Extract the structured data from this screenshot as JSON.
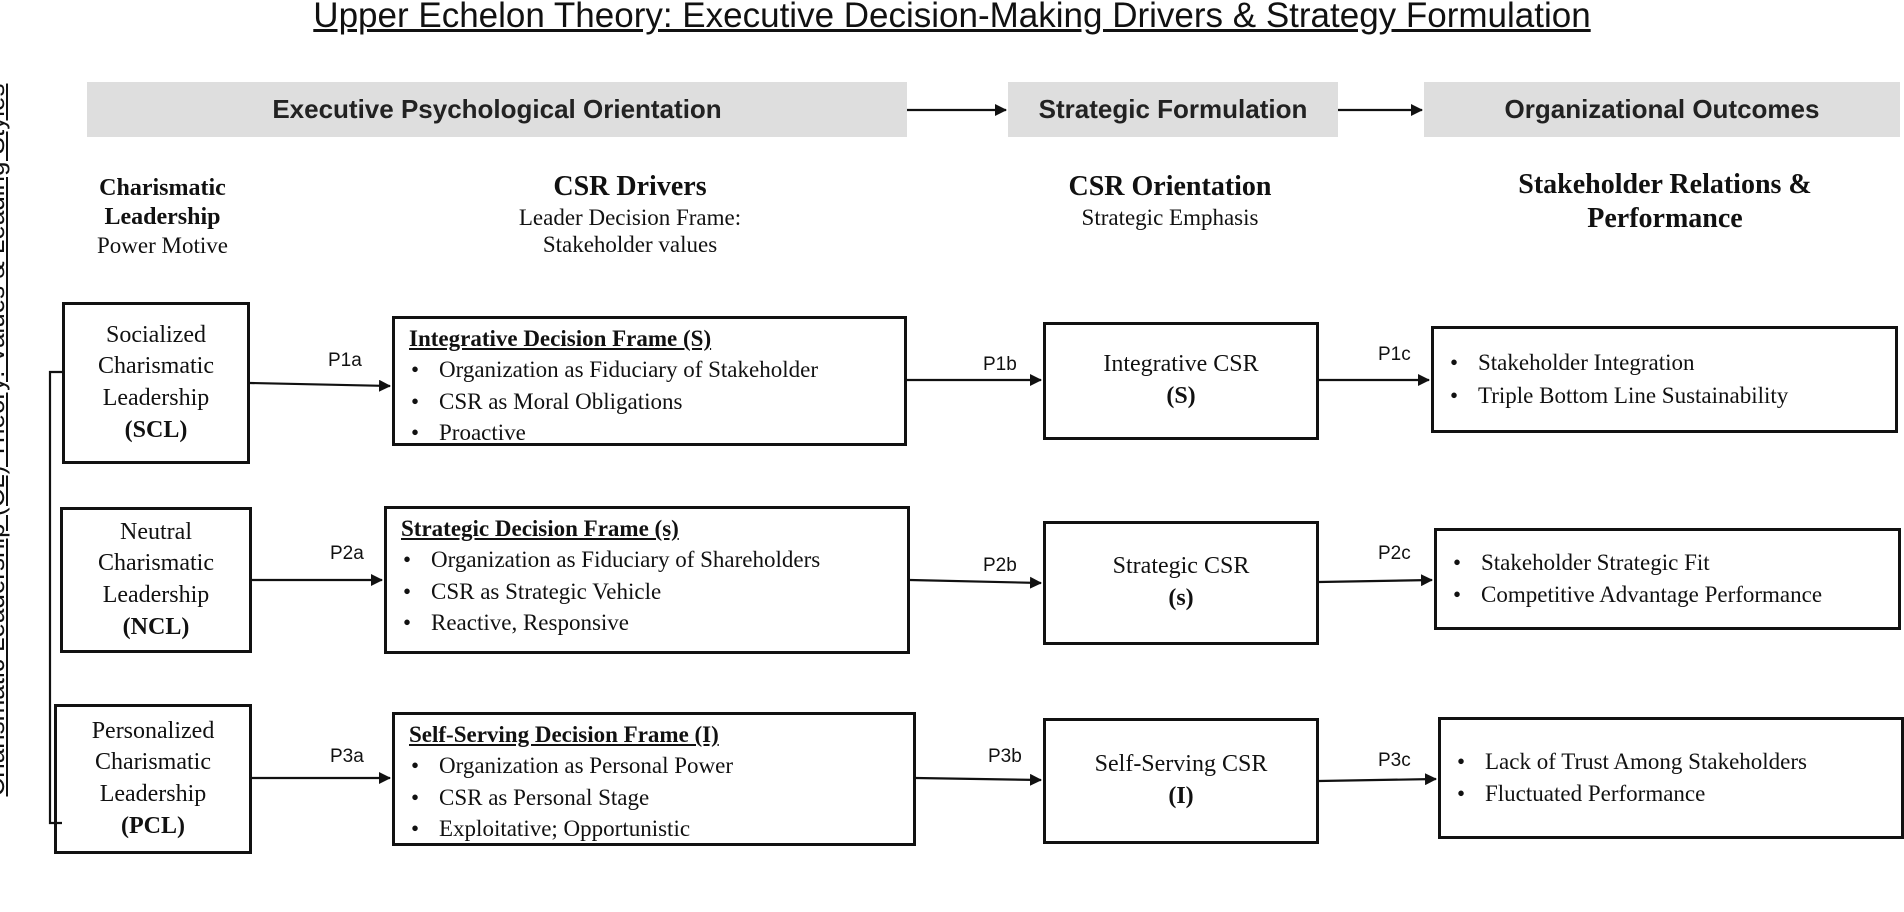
{
  "title": "Upper Echelon Theory: Executive Decision-Making Drivers & Strategy Formulation",
  "side_label": "Charismatic Leadership (CL) Theory: Values & Leading Styles",
  "banners": [
    {
      "label": "Executive Psychological Orientation"
    },
    {
      "label": "Strategic Formulation"
    },
    {
      "label": "Organizational Outcomes"
    }
  ],
  "headers": {
    "leadership": {
      "title": "Charismatic Leadership",
      "sub": "Power Motive"
    },
    "drivers": {
      "title": "CSR Drivers",
      "sub": "Leader Decision Frame: Stakeholder values"
    },
    "orientation": {
      "title": "CSR Orientation",
      "sub": "Strategic Emphasis"
    },
    "outcomes": {
      "title": "Stakeholder Relations & Performance"
    }
  },
  "rows": [
    {
      "leader": {
        "name": "Socialized Charismatic Leadership",
        "abbr": "(SCL)"
      },
      "p_frame": "P1a",
      "frame": {
        "title": "Integrative Decision Frame (S)",
        "items": [
          "Organization as Fiduciary of Stakeholder",
          "CSR as Moral Obligations",
          "Proactive"
        ]
      },
      "p_csr": "P1b",
      "csr": {
        "name": "Integrative CSR",
        "symbol": "(S)"
      },
      "p_outcome": "P1c",
      "outcomes": [
        "Stakeholder Integration",
        "Triple Bottom Line Sustainability"
      ]
    },
    {
      "leader": {
        "name": "Neutral Charismatic Leadership",
        "abbr": "(NCL)"
      },
      "p_frame": "P2a",
      "frame": {
        "title": "Strategic Decision Frame (s)",
        "items": [
          "Organization as Fiduciary of Shareholders",
          "CSR as Strategic Vehicle",
          "Reactive, Responsive"
        ]
      },
      "p_csr": "P2b",
      "csr": {
        "name": "Strategic CSR",
        "symbol": "(s)"
      },
      "p_outcome": "P2c",
      "outcomes": [
        "Stakeholder Strategic Fit",
        "Competitive Advantage Performance"
      ]
    },
    {
      "leader": {
        "name": "Personalized Charismatic Leadership",
        "abbr": "(PCL)"
      },
      "p_frame": "P3a",
      "frame": {
        "title": "Self-Serving Decision Frame (I)",
        "items": [
          "Organization as Personal Power",
          "CSR as Personal Stage",
          "Exploitative; Opportunistic"
        ]
      },
      "p_csr": "P3b",
      "csr": {
        "name": "Self-Serving CSR",
        "symbol": "(I)"
      },
      "p_outcome": "P3c",
      "outcomes": [
        "Lack of Trust Among Stakeholders",
        "Fluctuated Performance"
      ]
    }
  ]
}
